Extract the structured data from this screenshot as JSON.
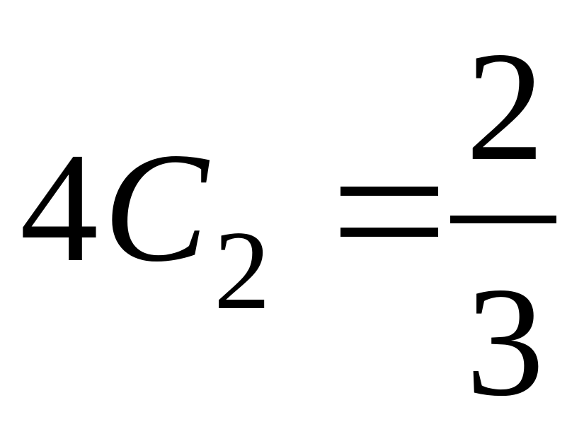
{
  "formula": {
    "coefficient": "4",
    "variable": "C",
    "subscript": "2",
    "operator": "=",
    "numerator": "2",
    "denominator": "3"
  },
  "colors": {
    "text": "#000000",
    "background": "#ffffff"
  }
}
